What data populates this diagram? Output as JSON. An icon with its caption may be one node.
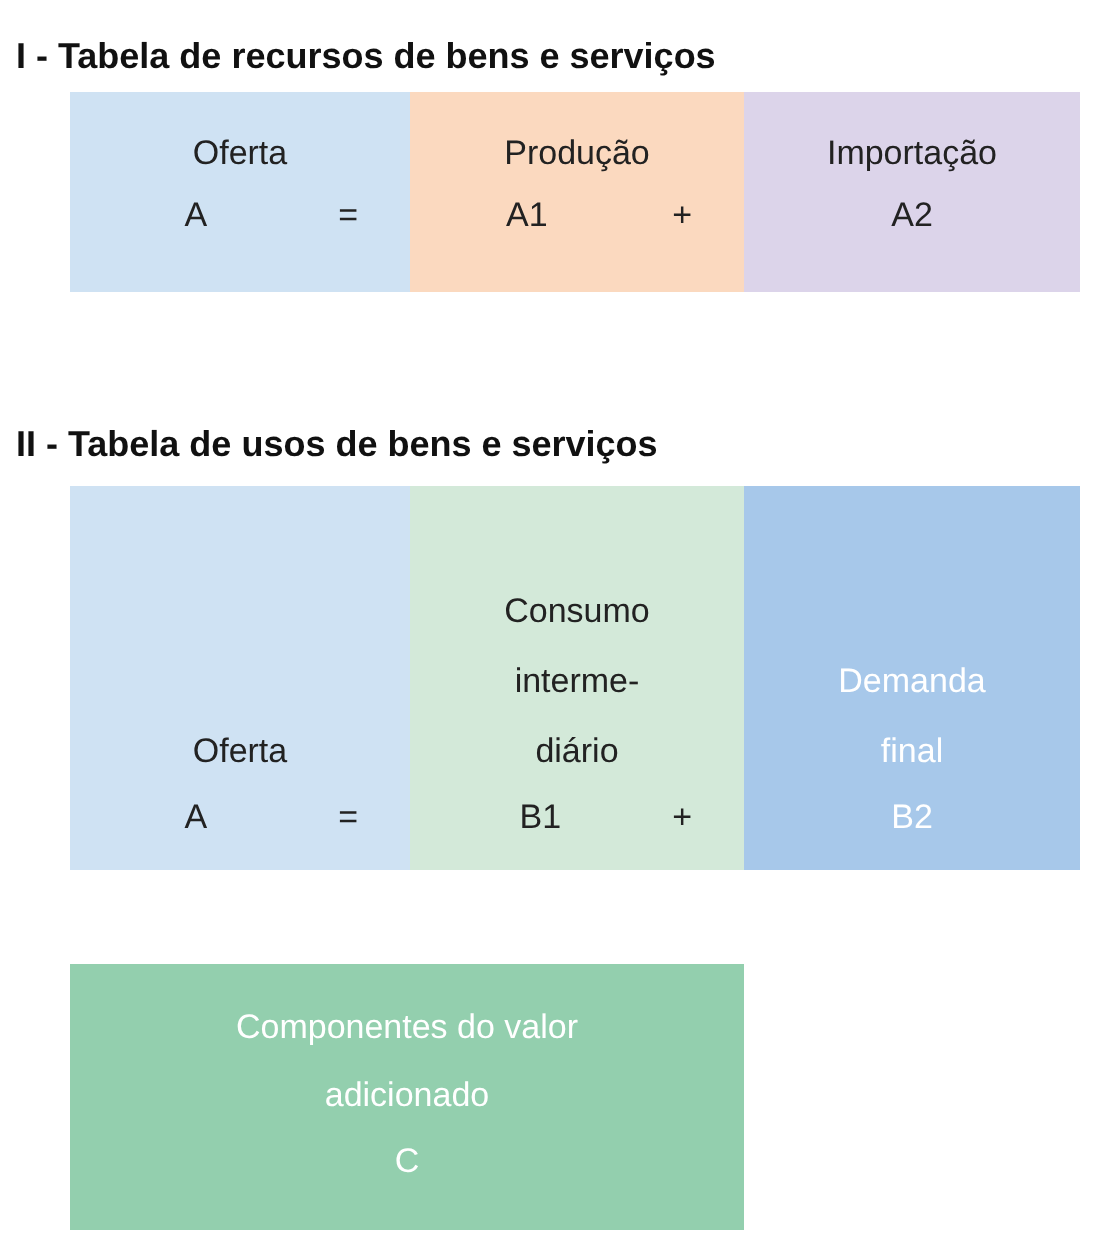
{
  "diagram": {
    "nodes": [
      {
        "text": [
          "Oferta",
          "A",
          "="
        ]
      },
      {
        "text": [
          "Produção",
          "A1",
          "+"
        ]
      },
      {
        "text": [
          "Importação",
          "A2"
        ]
      },
      {
        "text": [
          "Oferta",
          "A",
          "="
        ]
      },
      {
        "text": [
          "Consumo interme- diário",
          "B1",
          "+"
        ]
      },
      {
        "text": [
          "Demanda final",
          "B2"
        ]
      },
      {
        "text": [
          "Componentes do valor adicionado",
          "C"
        ]
      }
    ],
    "labels": [
      "I - Tabela de recursos de bens e serviços",
      "II - Tabela de usos de bens e serviços"
    ]
  }
}
